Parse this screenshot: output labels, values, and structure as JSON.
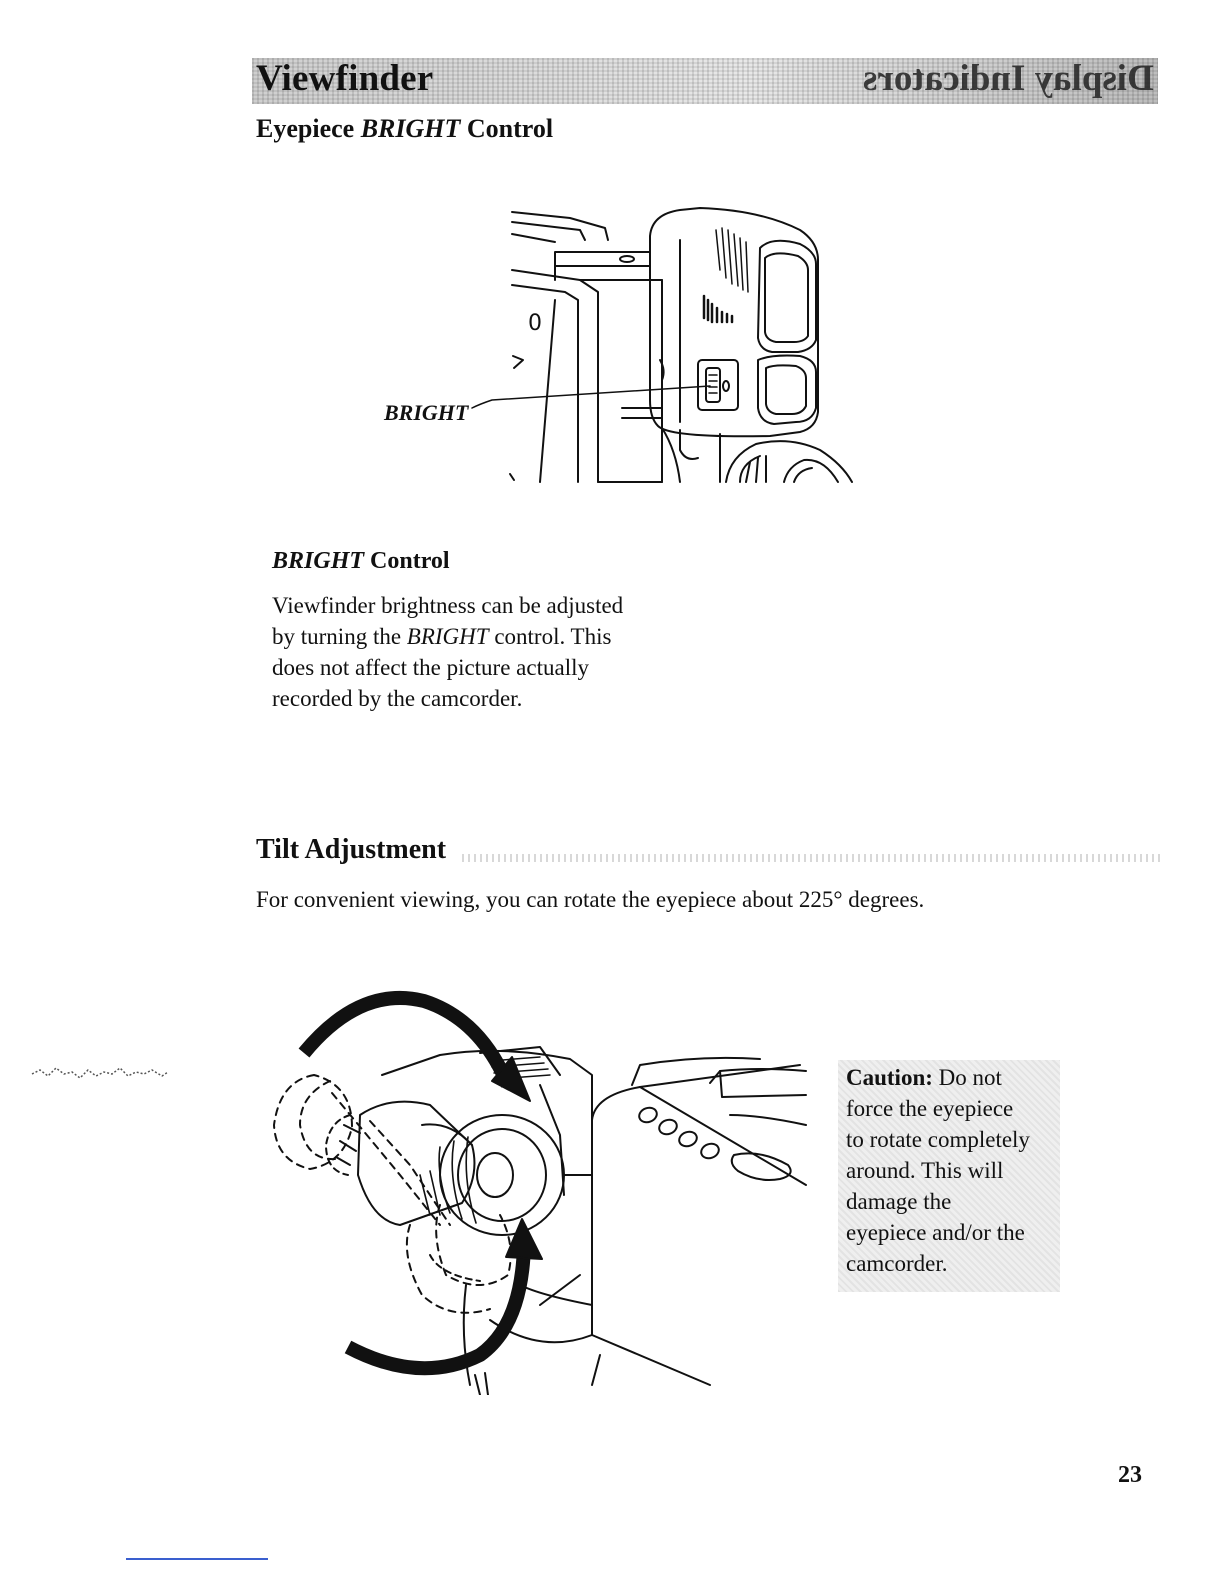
{
  "header": {
    "section_title": "Viewfinder",
    "mirrored_text": "Display Indicators"
  },
  "eyepiece": {
    "subtitle_prefix": "Eyepiece ",
    "subtitle_italic": "BRIGHT",
    "subtitle_suffix": " Control",
    "callout_label": "BRIGHT",
    "control_heading_italic": "BRIGHT",
    "control_heading_suffix": " Control",
    "body_line_1": "Viewfinder brightness can be adjusted",
    "body_line_2_pre": "by turning the ",
    "body_line_2_italic": "BRIGHT",
    "body_line_2_post": " control.  This",
    "body_line_3": "does not affect the picture actually",
    "body_line_4": "recorded by the camcorder."
  },
  "tilt": {
    "heading": "Tilt Adjustment",
    "body": "For convenient viewing, you can rotate the eyepiece about 225° degrees."
  },
  "caution": {
    "label": "Caution:",
    "line_1": " Do not",
    "line_2": "force the eyepiece",
    "line_3": "to rotate completely",
    "line_4": "around.  This will",
    "line_5": "damage the",
    "line_6": "eyepiece and/or the",
    "line_7": "camcorder."
  },
  "footer": {
    "page_number": "23"
  },
  "colors": {
    "text": "#111111",
    "band": "#d6d6d6",
    "caution_bg": "#efefef",
    "bottom_line": "#3a5fcf"
  }
}
